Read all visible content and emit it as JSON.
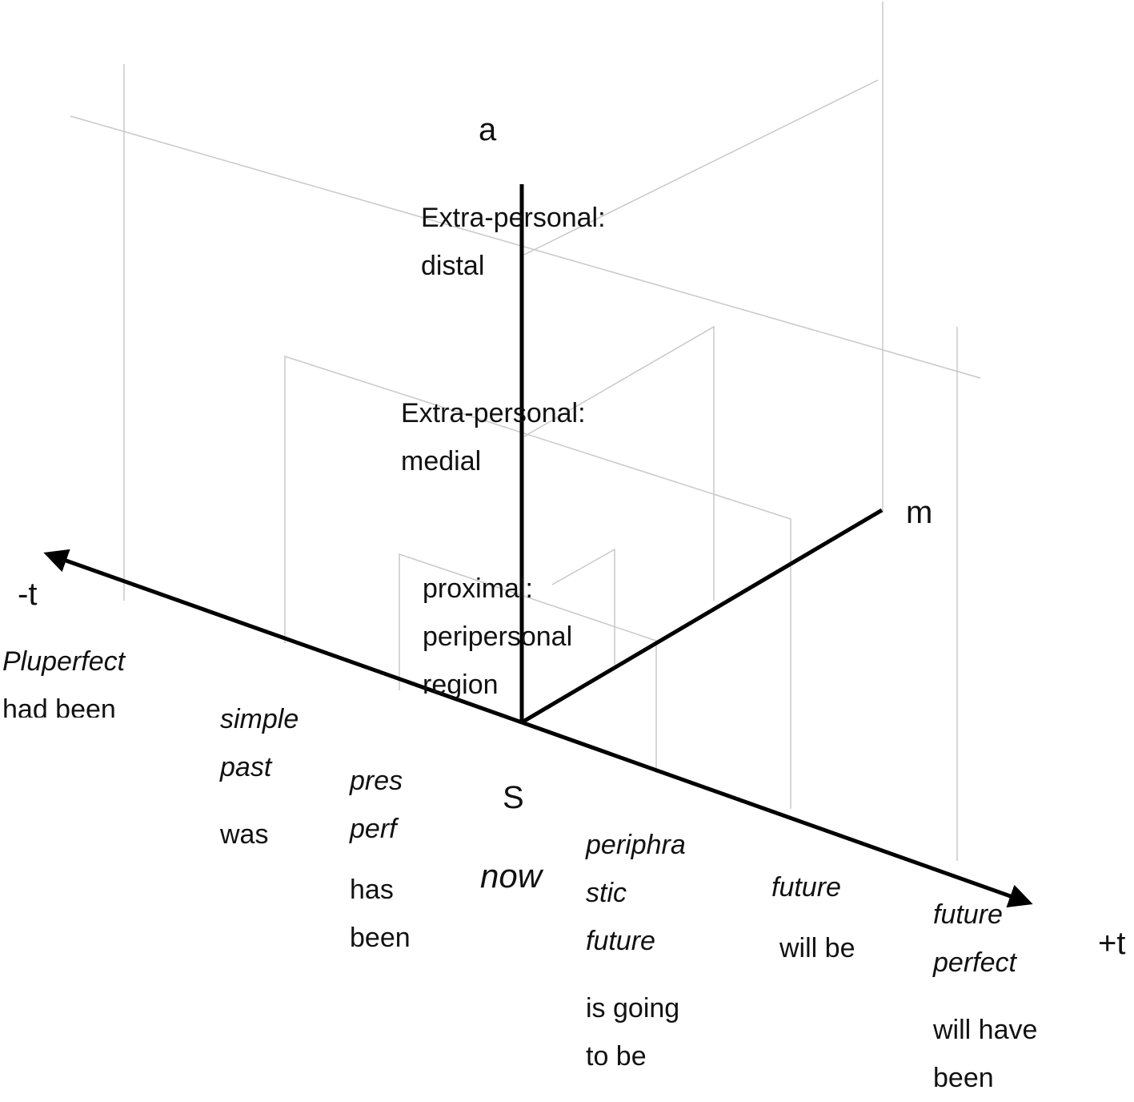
{
  "axes": {
    "a": "a",
    "m": "m",
    "neg_t": "-t",
    "pos_t": "+t",
    "origin": "S"
  },
  "regions": {
    "distal": [
      "Extra-personal:",
      "distal"
    ],
    "medial": [
      "Extra-personal:",
      "medial"
    ],
    "proximal": [
      "proximal:",
      "peripersonal",
      "region"
    ]
  },
  "tenses": {
    "pluperfect": {
      "name": [
        "Pluperfect"
      ],
      "form": [
        "had been"
      ]
    },
    "simple_past": {
      "name": [
        "simple",
        "past"
      ],
      "form": [
        "was"
      ]
    },
    "present_perfect": {
      "name": [
        "pres",
        "perf"
      ],
      "form": [
        "has",
        "been"
      ]
    },
    "now": {
      "name": [
        "now"
      ]
    },
    "periphrastic_future": {
      "name": [
        "periphra",
        "stic",
        "future"
      ],
      "form": [
        "is going",
        "to be"
      ]
    },
    "future": {
      "name": [
        "future"
      ],
      "form": [
        "will be"
      ]
    },
    "future_perfect": {
      "name": [
        "future",
        "perfect"
      ],
      "form": [
        "will have",
        "been"
      ]
    }
  },
  "colors": {
    "axis": "#000000",
    "region_line": "#c8c8c8",
    "text": "#111111"
  }
}
